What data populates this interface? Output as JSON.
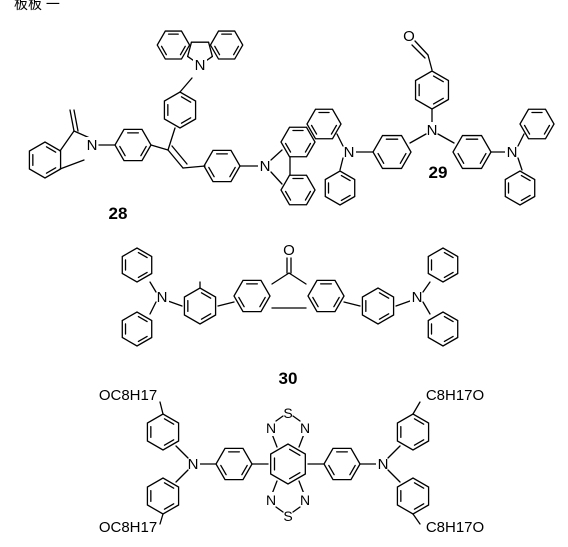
{
  "page": {
    "top_caption": "板板 一 "
  },
  "compounds": [
    {
      "id": "28",
      "label": "28"
    },
    {
      "id": "29",
      "label": "29",
      "substituent_o": "O"
    },
    {
      "id": "30",
      "label": "30",
      "substituent_o": "O"
    },
    {
      "id": "31",
      "label": "",
      "ring_atoms": [
        "N",
        "S",
        "N",
        "N",
        "S",
        "N"
      ],
      "substituents": [
        "OC8H17",
        "OC8H17",
        "C8H17O",
        "C8H17O"
      ]
    }
  ],
  "atom_label": "N",
  "colors": {
    "ink": "#000000",
    "background": "#ffffff"
  }
}
